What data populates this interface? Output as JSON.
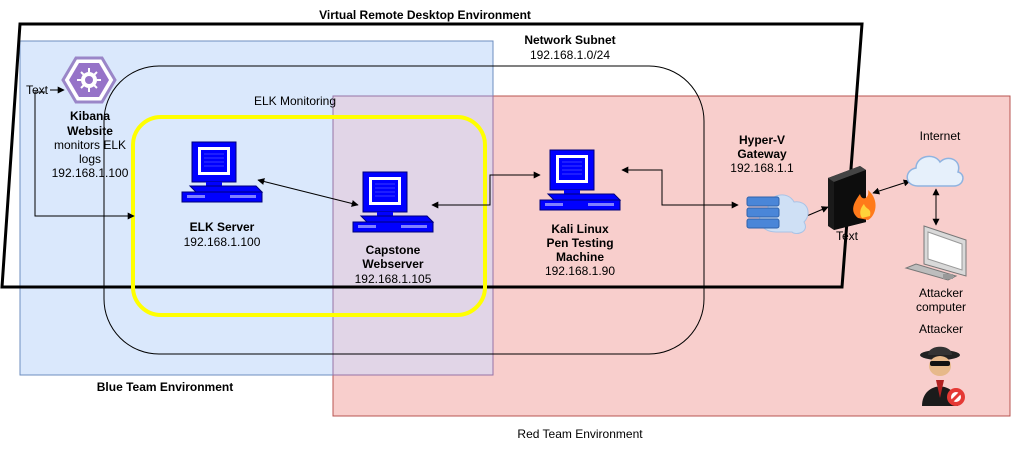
{
  "diagram": {
    "outer_title": "Virtual Remote Desktop Environment",
    "network": {
      "title": "Network Subnet",
      "cidr": "192.168.1.0/24"
    },
    "blue_team": "Blue Team Environment",
    "red_team": "Red Team Environment",
    "elk_monitoring": "ELK Monitoring",
    "text_left": "Text",
    "text_right": "Text",
    "kibana": {
      "line1": "Kibana",
      "line2": "Website",
      "line3": "monitors ELK",
      "line4": "logs",
      "ip": "192.168.1.100"
    },
    "elk_server": {
      "name": "ELK Server",
      "ip": "192.168.1.100"
    },
    "capstone": {
      "line1": "Capstone",
      "line2": "Webserver",
      "ip": "192.168.1.105"
    },
    "kali": {
      "line1": "Kali Linux",
      "line2": "Pen Testing",
      "line3": "Machine",
      "ip": "192.168.1.90"
    },
    "hyperv": {
      "line1": "Hyper-V",
      "line2": "Gateway",
      "ip": "192.168.1.1"
    },
    "internet": "Internet",
    "attacker_computer": {
      "line1": "Attacker",
      "line2": "computer"
    },
    "attacker": "Attacker"
  },
  "colors": {
    "blue_fill": "#dae8fc",
    "blue_stroke": "#6c8ebf",
    "red_fill": "#f8cecc",
    "red_stroke": "#b85450",
    "purple_fill": "#e1d5e7",
    "purple_stroke": "#9673a6",
    "highlight": "#ffff00",
    "computer_blue": "#0000ff"
  },
  "icons": [
    "kibana-icon",
    "computer-icon",
    "gateway-icon",
    "firewall-icon",
    "cloud-icon",
    "monitor-icon",
    "attacker-icon"
  ]
}
